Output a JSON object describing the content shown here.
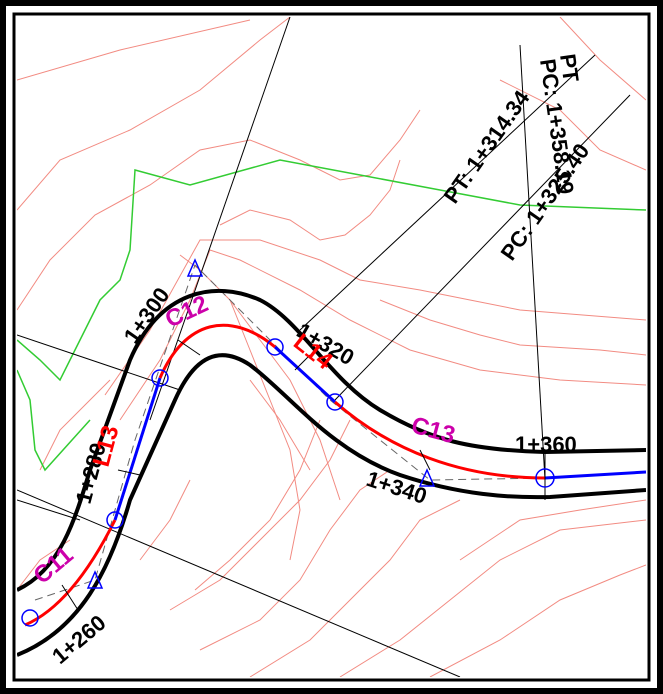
{
  "drawing": {
    "colors": {
      "border": "#000000",
      "contour": "#f28b82",
      "boundary": "#33cc33",
      "edge": "#000000",
      "centerline_curve": "#ff0000",
      "centerline_tangent": "#0000ff",
      "label_curve": "#cc00aa",
      "label_tangent": "#ff0000",
      "marker": "#0000ff"
    },
    "curve_labels": [
      "C11",
      "C12",
      "C13"
    ],
    "tangent_labels": [
      "L13",
      "L14"
    ],
    "stations": [
      "1+260",
      "1+280",
      "1+300",
      "1+320",
      "1+340",
      "1+360"
    ],
    "point_labels": {
      "pt": "PT: 1+314.34",
      "pc_angled": "PC: 1+358.19",
      "pc_upper": "PC: 1+325.40",
      "pt_upper": "PT"
    }
  }
}
